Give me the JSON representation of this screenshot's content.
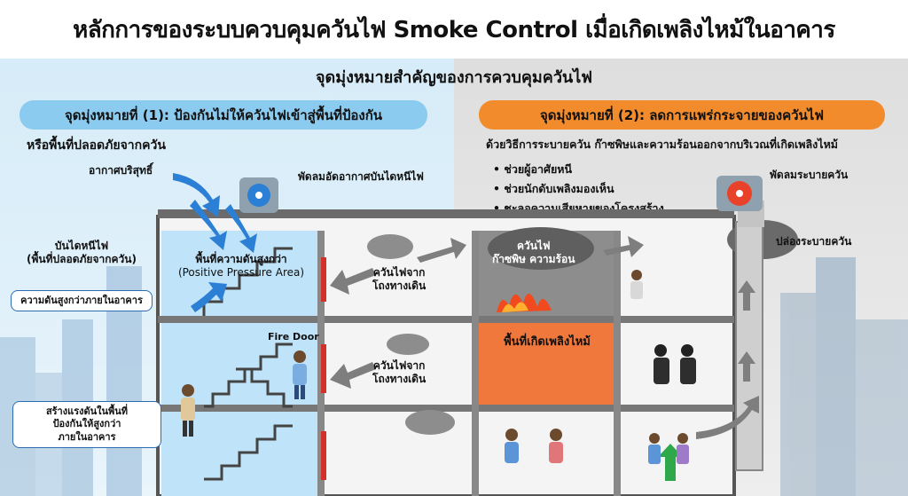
{
  "title": "หลักการของระบบควบคุมควันไฟ Smoke Control เมื่อเกิดเพลิงไหม้ในอาคาร",
  "subtitle": "จุดมุ่งหมายสำคัญของการควบคุมควันไฟ",
  "goal1": {
    "heading": "จุดมุ่งหมายที่ (1): ป้องกันไม่ให้ควันไฟเข้าสู่พื้นที่ป้องกัน",
    "sub": "หรือพื้นที่ปลอดภัยจากควัน"
  },
  "goal2": {
    "heading": "จุดมุ่งหมายที่ (2): ลดการแพร่กระจายของควันไฟ",
    "sub": "ด้วยวิธีการระบายควัน ก๊าซพิษและความร้อนออกจากบริเวณที่เกิดเพลิงไหม้",
    "bullets": [
      "• ช่วยผู้อาศัยหนี",
      "• ช่วยนักดับเพลิงมองเห็น",
      "• ชะลอความเสียหายของโครงสร้าง"
    ]
  },
  "labels": {
    "fresh_air": "อากาศบริสุทธิ์",
    "press_fan": "พัดลมอัดอากาศบันไดหนีไฟ",
    "exhaust_fan": "พัดลมระบายควัน",
    "stair_line1": "บันไดหนีไฟ",
    "stair_line2": "(พื้นที่ปลอดภัยจากควัน)",
    "higher_pressure": "ความดันสูงกว่าภายในอาคาร",
    "pos_area_line1": "พื้นที่ความดันสูงกว่า",
    "pos_area_line2": "(Positive Pressure Area)",
    "smoke_corr1_line1": "ควันไฟจาก",
    "smoke_corr1_line2": "โถงทางเดิน",
    "smoke_corr2_line1": "ควันไฟจาก",
    "smoke_corr2_line2": "โถงทางเดิน",
    "fire_smoke_line1": "ควันไฟ",
    "fire_smoke_line2": "ก๊าซพิษ ความร้อน",
    "fire_area": "พื้นที่เกิดเพลิงไหม้",
    "fire_door": "Fire Door",
    "duct": "ปล่องระบายควัน",
    "create_pressure_line1": "สร้างแรงดันในพื้นที่",
    "create_pressure_line2": "ป้องกันให้สูงกว่า",
    "create_pressure_line3": "ภายในอาคาร"
  },
  "colors": {
    "blue_accent": "#2b7fd4",
    "orange_accent": "#f28b2c",
    "fire_red": "#e8432a",
    "smoke_gray": "#6e6e6e"
  }
}
